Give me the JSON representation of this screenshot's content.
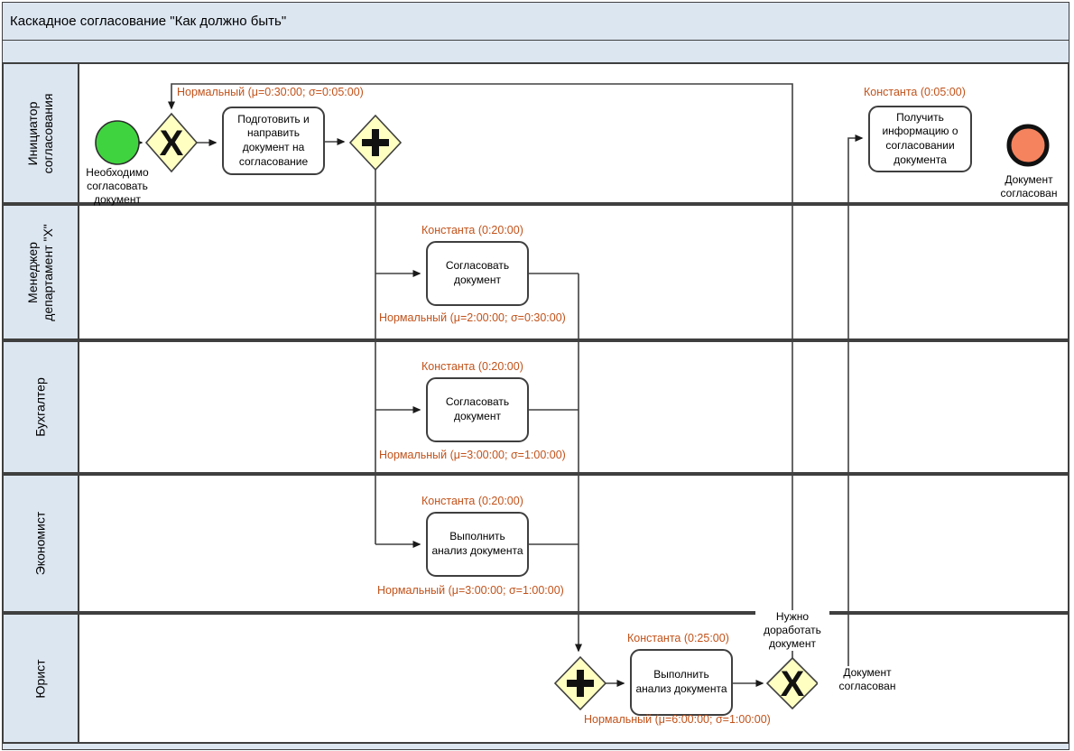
{
  "title": "Каскадное согласование \"Как должно быть\"",
  "pool": {
    "lanes": [
      {
        "label": "Инициатор согласования"
      },
      {
        "label": "Менеджер департамент \"X\""
      },
      {
        "label": "Бухгалтер"
      },
      {
        "label": "Экономист"
      },
      {
        "label": "Юрист"
      }
    ]
  },
  "diagram": {
    "start_event_label": "Необходимо согласовать документ",
    "end_event_label": "Документ согласован",
    "tasks": {
      "prepare": "Подготовить и направить документ на согласование",
      "manager_approve": "Согласовать документ",
      "accountant_approve": "Согласовать документ",
      "economist_analyze": "Выполнить анализ документа",
      "lawyer_analyze": "Выполнить анализ документа",
      "receive_info": "Получить информацию о согласовании документа"
    },
    "gateways": {
      "xor_symbol": "X",
      "parallel_symbol": "+"
    },
    "edge_labels": {
      "rework": "Нужно доработать документ",
      "approved": "Документ согласован"
    },
    "annotations": {
      "prepare_time": "Нормальный (μ=0:30:00; σ=0:05:00)",
      "receive_wait": "Константа (0:05:00)",
      "manager_wait": "Константа (0:20:00)",
      "manager_time": "Нормальный (μ=2:00:00; σ=0:30:00)",
      "accountant_wait": "Константа (0:20:00)",
      "accountant_time": "Нормальный (μ=3:00:00; σ=1:00:00)",
      "economist_wait": "Константа (0:20:00)",
      "economist_time": "Нормальный (μ=3:00:00; σ=1:00:00)",
      "lawyer_wait": "Константа (0:25:00)",
      "lawyer_time": "Нормальный (μ=6:00:00; σ=1:00:00)"
    }
  },
  "colors": {
    "lane_fill": "#dce6f1",
    "task_fill": "#ffffff",
    "gateway_fill": "#ffffc2",
    "start_event_fill": "#3fd43f",
    "end_event_fill": "#f4835e",
    "annotation_text": "#c2521a",
    "border": "#3f3f3f",
    "connector": "#404040"
  }
}
